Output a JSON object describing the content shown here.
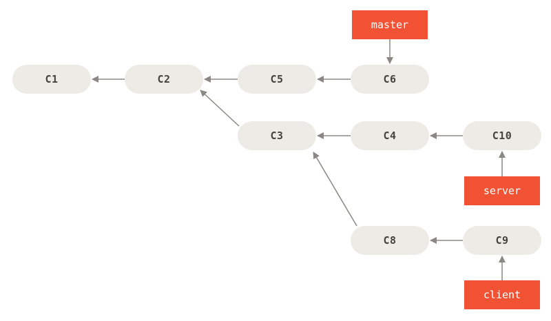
{
  "commits": {
    "c1": "C1",
    "c2": "C2",
    "c3": "C3",
    "c4": "C4",
    "c5": "C5",
    "c6": "C6",
    "c8": "C8",
    "c9": "C9",
    "c10": "C10"
  },
  "branches": {
    "master": "master",
    "server": "server",
    "client": "client"
  },
  "colors": {
    "commit_fill": "#ecebe6",
    "commit_text": "#44433e",
    "branch_fill": "#f05233",
    "branch_text": "#ffffff",
    "arrow": "#8a8883"
  }
}
